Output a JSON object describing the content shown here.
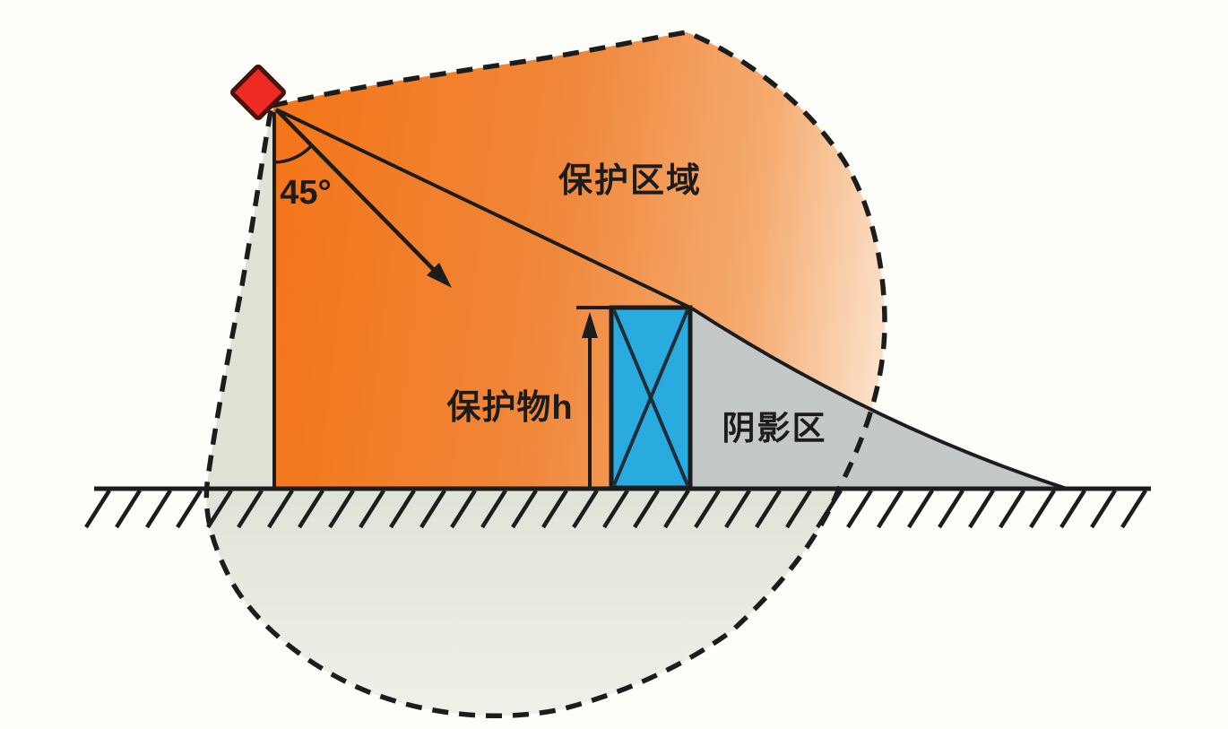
{
  "diagram": {
    "title_hint": "lightning-rod-protection-zone-diagram",
    "labels": {
      "angle": "45°",
      "protection_zone": "保护区域",
      "protected_object": "保护物h",
      "shadow_zone": "阴影区"
    },
    "colors": {
      "background": "#fdfdfa",
      "line_black": "#1c1c1c",
      "orange_core": "#f4761a",
      "orange_mid": "#f0873a",
      "orange_light": "#f5ab70",
      "orange_edge": "#fbe0c8",
      "shadow_gray": "#c5c8c9",
      "underground_top": "#dfe3d6",
      "underground_bottom": "#f0f2ea",
      "building_blue": "#2aabdf",
      "building_cross_dark": "#1c2e38",
      "diamond_red": "#ee2b22",
      "diamond_border": "#4a120c"
    }
  }
}
